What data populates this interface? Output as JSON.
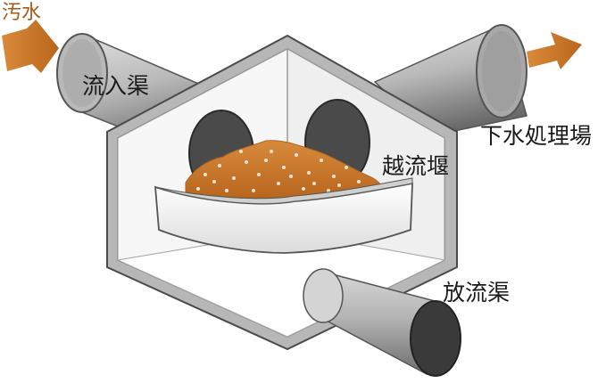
{
  "labels": {
    "sewage": "汚水",
    "inflow_channel": "流入渠",
    "treatment_plant": "下水処理場",
    "overflow_weir": "越流堰",
    "discharge_channel": "放流渠"
  },
  "colors": {
    "sewage_brown": "#c8741f",
    "sewage_label": "#a65a16",
    "pipe_gray": "#8c8c8c",
    "pipe_dark": "#3a3a3a",
    "wall_gray": "#bfbfbf"
  }
}
